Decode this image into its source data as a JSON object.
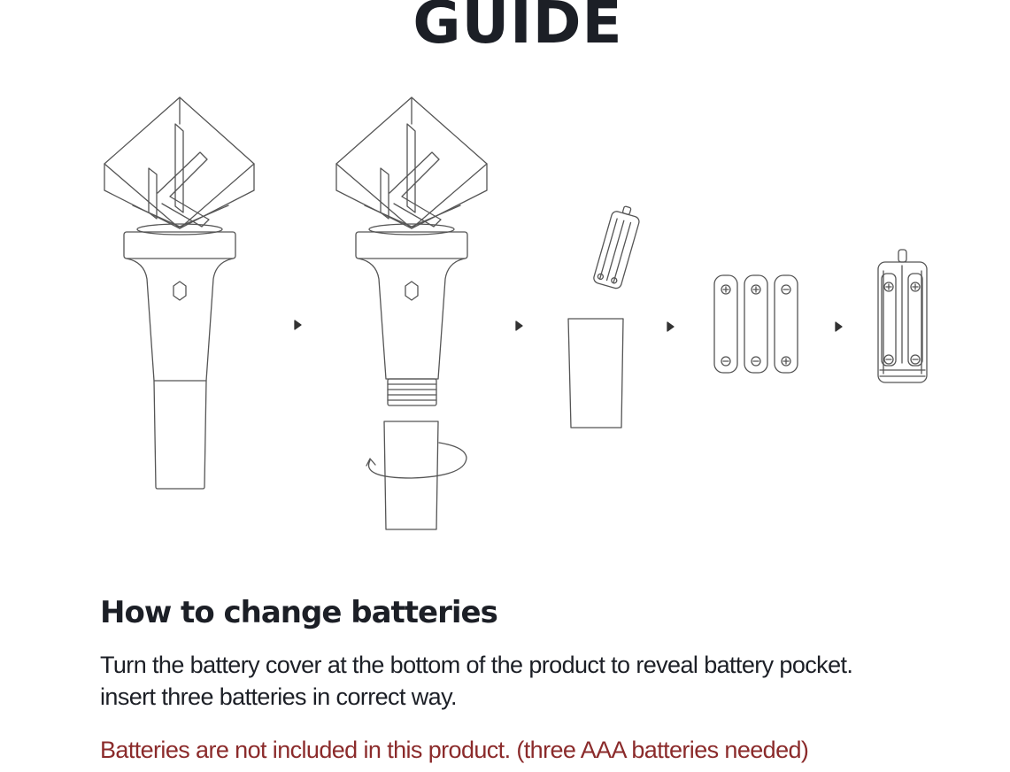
{
  "header": {
    "title": "GUIDE"
  },
  "illustration": {
    "steps": [
      {
        "icon": "lightstick-assembled-icon"
      },
      {
        "icon": "lightstick-cover-twist-icon"
      },
      {
        "icon": "battery-holder-removed-icon"
      },
      {
        "icon": "aaa-batteries-icon"
      },
      {
        "icon": "battery-holder-loaded-icon"
      }
    ],
    "stroke_color": "#555555",
    "arrow_color": "#333333"
  },
  "section": {
    "heading": "How to change batteries",
    "instructions": [
      "Turn the battery cover at the bottom of the product to reveal battery pocket.",
      "insert three batteries in correct way."
    ],
    "notice": "Batteries are not included in this product. (three AAA batteries needed)",
    "notice_color": "#8b2b2b"
  }
}
